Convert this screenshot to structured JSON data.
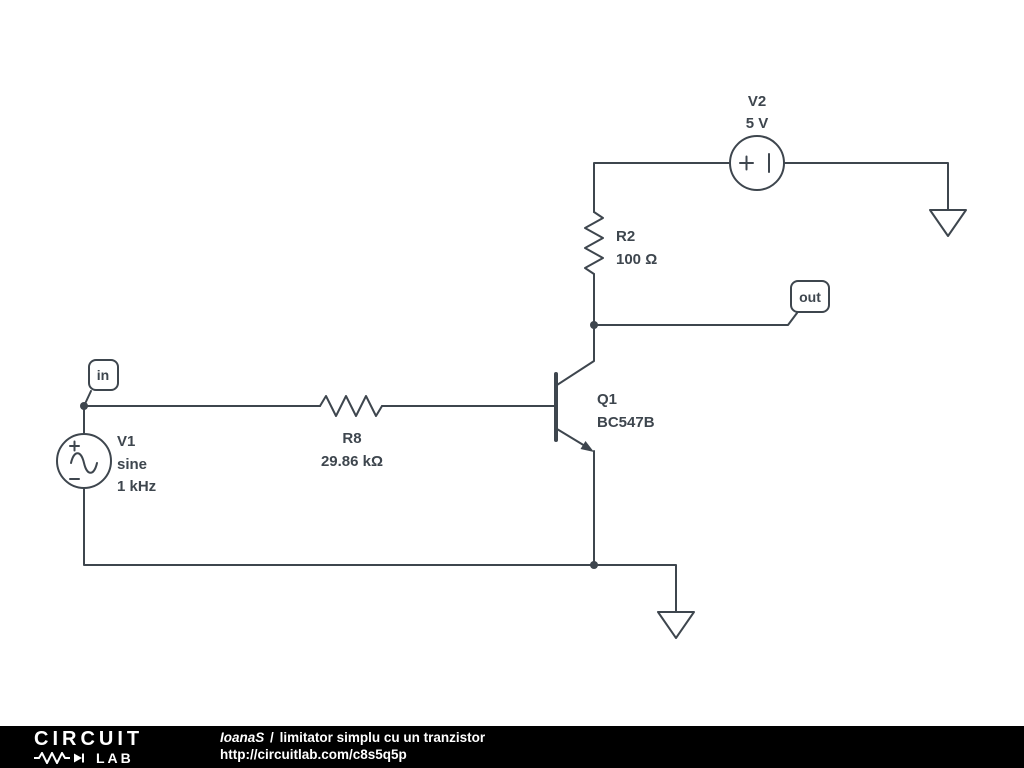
{
  "schematic": {
    "colors": {
      "wire": "#3e464e",
      "background": "#ffffff"
    },
    "components": {
      "v2": {
        "ref": "V2",
        "value": "5 V"
      },
      "r2": {
        "ref": "R2",
        "value": "100 Ω"
      },
      "q1": {
        "ref": "Q1",
        "value": "BC547B"
      },
      "r8": {
        "ref": "R8",
        "value": "29.86 kΩ"
      },
      "v1": {
        "ref": "V1",
        "waveform": "sine",
        "frequency": "1 kHz"
      }
    },
    "flags": {
      "input": "in",
      "output": "out"
    }
  },
  "footer": {
    "background": "#000000",
    "text_color": "#ffffff",
    "logo": {
      "top": "CIRCUIT",
      "bottom": "LAB"
    },
    "author": "IoanaS",
    "divider": "/",
    "title": "limitator simplu cu un tranzistor",
    "url": "http://circuitlab.com/c8s5q5p"
  }
}
